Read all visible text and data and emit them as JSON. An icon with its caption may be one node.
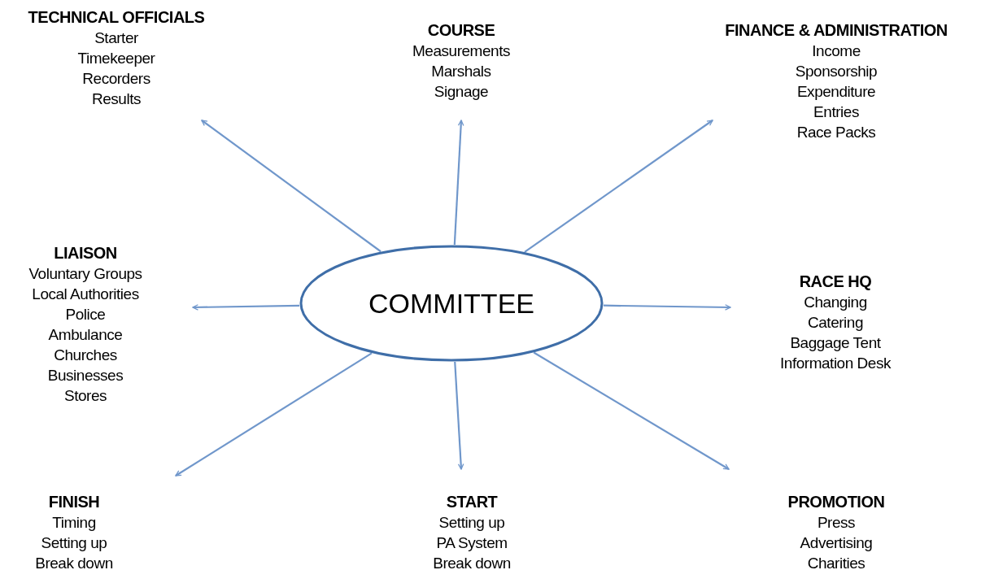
{
  "diagram": {
    "nodes": [
      {
        "text": [
          "COMMITTEE"
        ]
      },
      {
        "text": [
          "TECHNICAL OFFICIALS",
          "Starter",
          "Timekeeper",
          "Recorders",
          "Results"
        ]
      },
      {
        "text": [
          "COURSE",
          "Measurements",
          "Marshals",
          "Signage"
        ]
      },
      {
        "text": [
          "FINANCE & ADMINISTRATION",
          "Income",
          "Sponsorship",
          "Expenditure",
          "Entries",
          "Race Packs"
        ]
      },
      {
        "text": [
          "LIAISON",
          "Voluntary Groups",
          "Local Authorities",
          "Police",
          "Ambulance",
          "Churches",
          "Businesses",
          "Stores"
        ]
      },
      {
        "text": [
          "RACE HQ",
          "Changing",
          "Catering",
          "Baggage Tent",
          "Information Desk"
        ]
      },
      {
        "text": [
          "FINISH",
          "Timing",
          "Setting up",
          "Break down"
        ]
      },
      {
        "text": [
          "START",
          "Setting up",
          "PA System",
          "Break down"
        ]
      },
      {
        "text": [
          "PROMOTION",
          "Press",
          "Advertising",
          "Charities"
        ]
      }
    ],
    "edges": [
      {
        "from": 0,
        "to": 1,
        "arrow": "to"
      },
      {
        "from": 0,
        "to": 2,
        "arrow": "to"
      },
      {
        "from": 0,
        "to": 3,
        "arrow": "to"
      },
      {
        "from": 0,
        "to": 4,
        "arrow": "to"
      },
      {
        "from": 0,
        "to": 5,
        "arrow": "to"
      },
      {
        "from": 0,
        "to": 6,
        "arrow": "to"
      },
      {
        "from": 0,
        "to": 7,
        "arrow": "to"
      },
      {
        "from": 0,
        "to": 8,
        "arrow": "to"
      }
    ]
  }
}
